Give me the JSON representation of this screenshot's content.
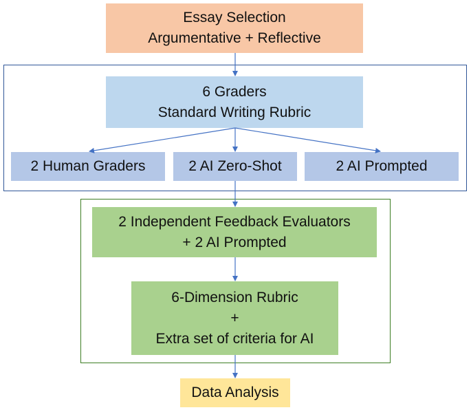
{
  "essay_selection": {
    "line1": "Essay Selection",
    "line2": "Argumentative +  Reflective"
  },
  "graders": {
    "line1": "6 Graders",
    "line2": "Standard Writing Rubric"
  },
  "grader_groups": {
    "human": "2 Human Graders",
    "ai_zero_shot": "2 AI Zero-Shot",
    "ai_prompted": "2 AI Prompted"
  },
  "evaluators": {
    "line1": "2 Independent Feedback Evaluators",
    "line2": "+ 2 AI Prompted"
  },
  "rubric": {
    "line1": "6-Dimension Rubric",
    "line2": "+",
    "line3": "Extra set of criteria for AI"
  },
  "data_analysis": {
    "label": "Data Analysis"
  },
  "colors": {
    "orange": "#f8c7a6",
    "blue_light": "#bdd7ee",
    "blue_mid": "#b4c7e7",
    "green": "#a9d18e",
    "yellow": "#ffe699",
    "blue_frame": "#2f5597",
    "green_frame": "#3c7d22",
    "arrow": "#4472c4"
  }
}
